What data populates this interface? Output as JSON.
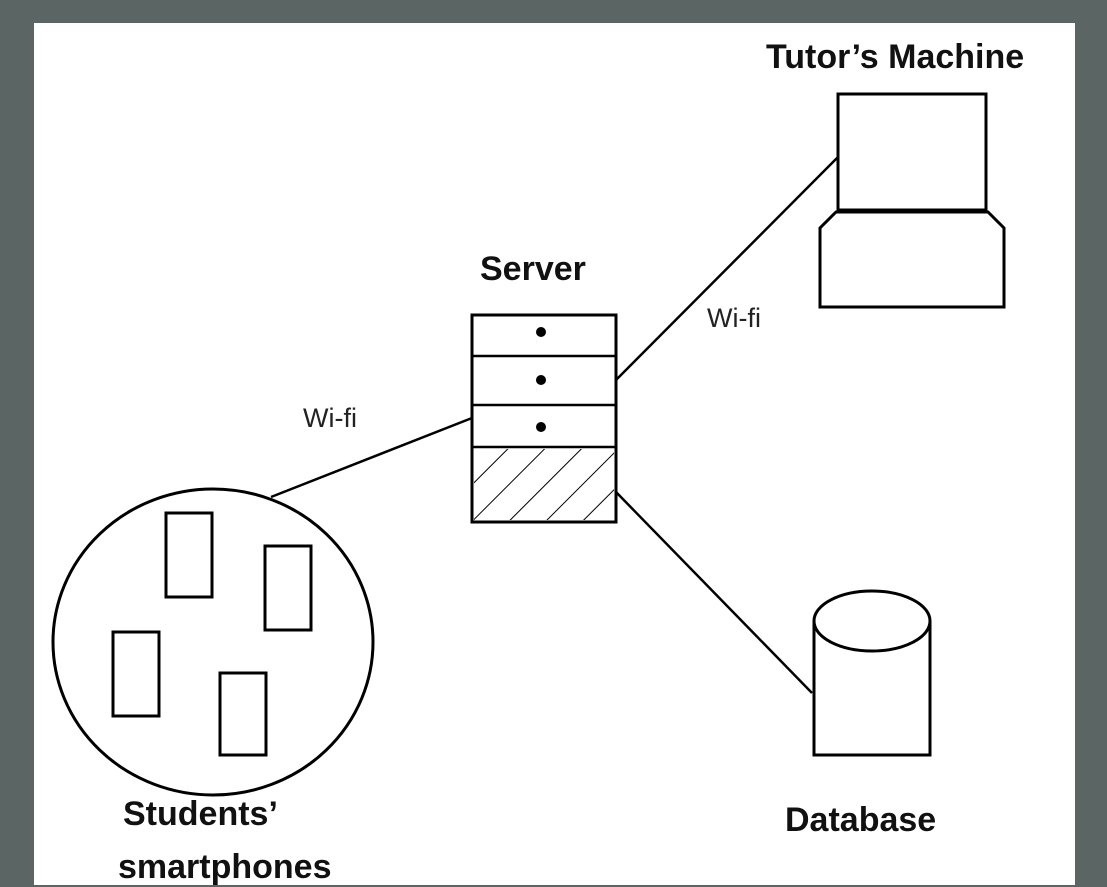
{
  "nodes": {
    "tutor": {
      "label": "Tutor’s Machine"
    },
    "server": {
      "label": "Server"
    },
    "students": {
      "label_line1": "Students’",
      "label_line2": "smartphones"
    },
    "database": {
      "label": "Database"
    }
  },
  "edges": {
    "server_tutor": {
      "label": "Wi-fi"
    },
    "students_server": {
      "label": "Wi-fi"
    }
  },
  "colors": {
    "background": "#5b6563",
    "panel": "#ffffff",
    "stroke": "#000000"
  }
}
